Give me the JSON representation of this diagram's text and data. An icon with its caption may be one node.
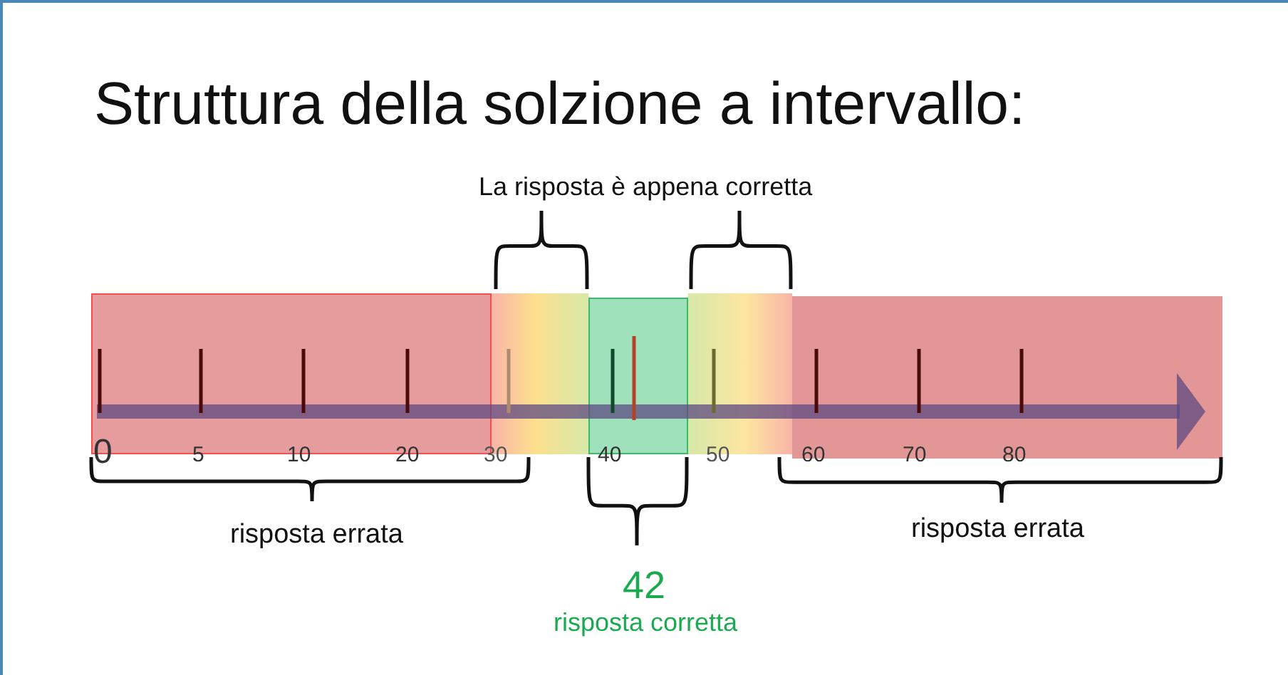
{
  "diagram": {
    "title": "Struttura della solzione a intervallo:",
    "labels": [
      "La risposta è appena corretta",
      "0",
      "5",
      "10",
      "20",
      "30",
      "40",
      "50",
      "60",
      "70",
      "80",
      "risposta errata",
      "risposta errata",
      "42",
      "risposta corretta"
    ]
  }
}
